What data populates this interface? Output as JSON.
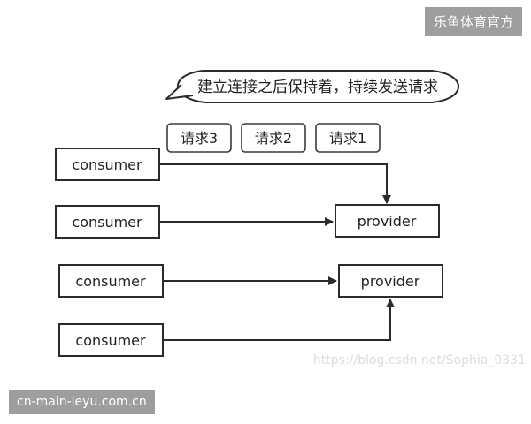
{
  "watermark_top_right": "乐鱼体育官方",
  "watermark_bottom_left": "cn-main-leyu.com.cn",
  "watermark_csdn": "https://blog.csdn.net/Sophia_0331",
  "speech_bubble": "建立连接之后保持着，持续发送请求",
  "requests": [
    "请求3",
    "请求2",
    "请求1"
  ],
  "consumers": [
    "consumer",
    "consumer",
    "consumer",
    "consumer"
  ],
  "providers": [
    "provider",
    "provider"
  ],
  "colors": {
    "stroke": "#2b2b2b",
    "watermark_bg": "#9e9e9e"
  }
}
